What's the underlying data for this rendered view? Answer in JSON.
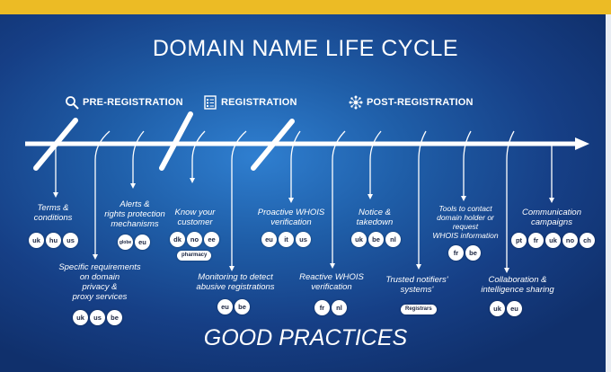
{
  "title": "DOMAIN NAME LIFE CYCLE",
  "footer": "GOOD PRACTICES",
  "phases": [
    {
      "label": "PRE-REGISTRATION",
      "icon": "magnifier-icon"
    },
    {
      "label": "REGISTRATION",
      "icon": "form-icon"
    },
    {
      "label": "POST-REGISTRATION",
      "icon": "network-icon"
    }
  ],
  "practices": {
    "terms": {
      "lines": [
        "Terms &",
        "conditions"
      ],
      "badges": [
        "uk",
        "hu",
        "us"
      ]
    },
    "specific": {
      "lines": [
        "Specific requirements",
        "on domain",
        "privacy &",
        "proxy services"
      ],
      "badges": [
        "uk",
        "us",
        "be"
      ]
    },
    "alerts": {
      "lines": [
        "Alerts &",
        "rights protection",
        "mechanisms"
      ],
      "badges": [
        "globe",
        "eu"
      ]
    },
    "kyc": {
      "lines": [
        "Know your",
        "customer"
      ],
      "badges": [
        "dk",
        "no",
        "ee"
      ],
      "pill": "pharmacy"
    },
    "monitoring": {
      "lines": [
        "Monitoring to detect",
        "abusive registrations"
      ],
      "badges": [
        "eu",
        "be"
      ]
    },
    "proactive": {
      "lines": [
        "Proactive WHOIS",
        "verification"
      ],
      "badges": [
        "eu",
        "it",
        "us"
      ]
    },
    "reactive": {
      "lines": [
        "Reactive WHOIS",
        "verification"
      ],
      "badges": [
        "fr",
        "nl"
      ]
    },
    "notice": {
      "lines": [
        "Notice &",
        "takedown"
      ],
      "badges": [
        "uk",
        "be",
        "nl"
      ]
    },
    "trusted": {
      "lines": [
        "Trusted notifiers'",
        "systems'"
      ],
      "pill": "Registrars"
    },
    "tools": {
      "lines": [
        "Tools to contact",
        "domain holder or",
        "request",
        "WHOIS information"
      ],
      "badges": [
        "fr",
        "be"
      ]
    },
    "collab": {
      "lines": [
        "Collaboration &",
        "intelligence sharing"
      ],
      "badges": [
        "uk",
        "eu"
      ]
    },
    "comm": {
      "lines": [
        "Communication",
        "campaigns"
      ],
      "badges": [
        "pt",
        "fr",
        "uk",
        "no",
        "ch"
      ]
    }
  }
}
